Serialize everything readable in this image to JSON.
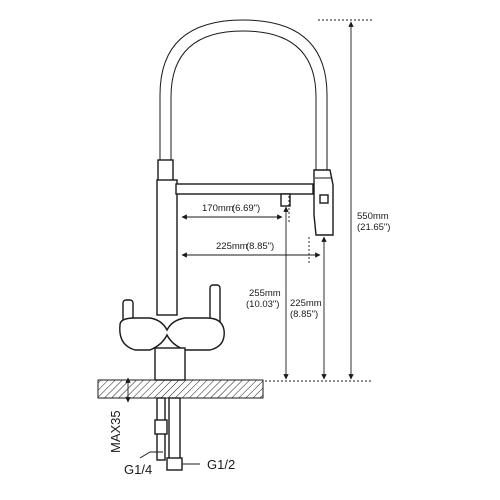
{
  "dimensions": {
    "spout_reach_short": {
      "mm": "170mm",
      "inch": "(6.69\")"
    },
    "spout_reach_long": {
      "mm": "225mm",
      "inch": "(8.85\")"
    },
    "spout_height_inner": {
      "mm": "255mm",
      "inch": "(10.03\")"
    },
    "outlet_height": {
      "mm": "225mm",
      "inch": "(8.85\")"
    },
    "total_height": {
      "mm": "550mm",
      "inch": "(21.65\")"
    },
    "max_thickness": "MAX35"
  },
  "connections": {
    "left": "G1/4",
    "right": "G1/2"
  },
  "colors": {
    "line": "#1a1a1a",
    "background": "#ffffff"
  }
}
